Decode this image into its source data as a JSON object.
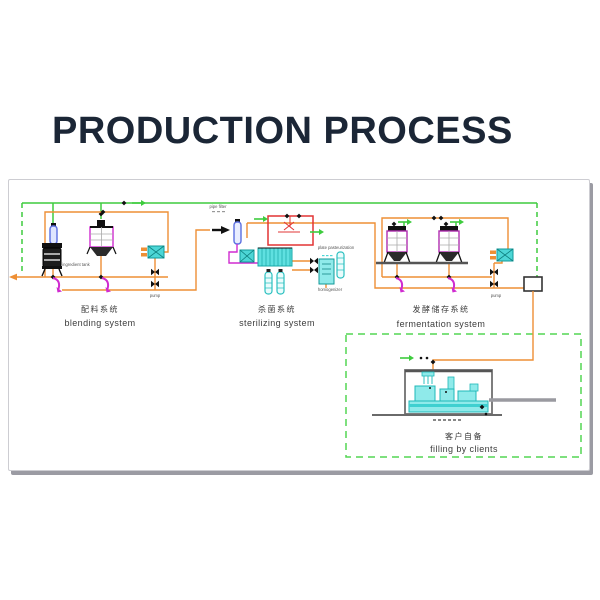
{
  "title": {
    "text": "PRODUCTION PROCESS"
  },
  "diagram": {
    "systems": {
      "blending": {
        "zh": "配料系统",
        "en": "blending system"
      },
      "sterilizing": {
        "zh": "杀菌系统",
        "en": "sterilizing system"
      },
      "fermentation": {
        "zh": "发酵储存系统",
        "en": "fermentation system"
      },
      "filling": {
        "zh": "客户自备",
        "en": "filling by clients"
      }
    },
    "labels": {
      "ingredient_tank": "ingredient tank",
      "blending_pump": "pump",
      "pipe_filter": "pipe filter",
      "plate_pasteurization": "plate pasteurization",
      "homogenizer": "homogenizer",
      "fermentation_pump": "pump"
    },
    "colors": {
      "pipe_orange": "#ee8f35",
      "utility_green": "#3ecc3e",
      "equipment_cyan": "#4dd6d6",
      "valve_magenta": "#d02cd0",
      "sterilizer_red": "#e23434",
      "filter_blue": "#5b6fe0",
      "title_navy": "#1b2636"
    }
  }
}
